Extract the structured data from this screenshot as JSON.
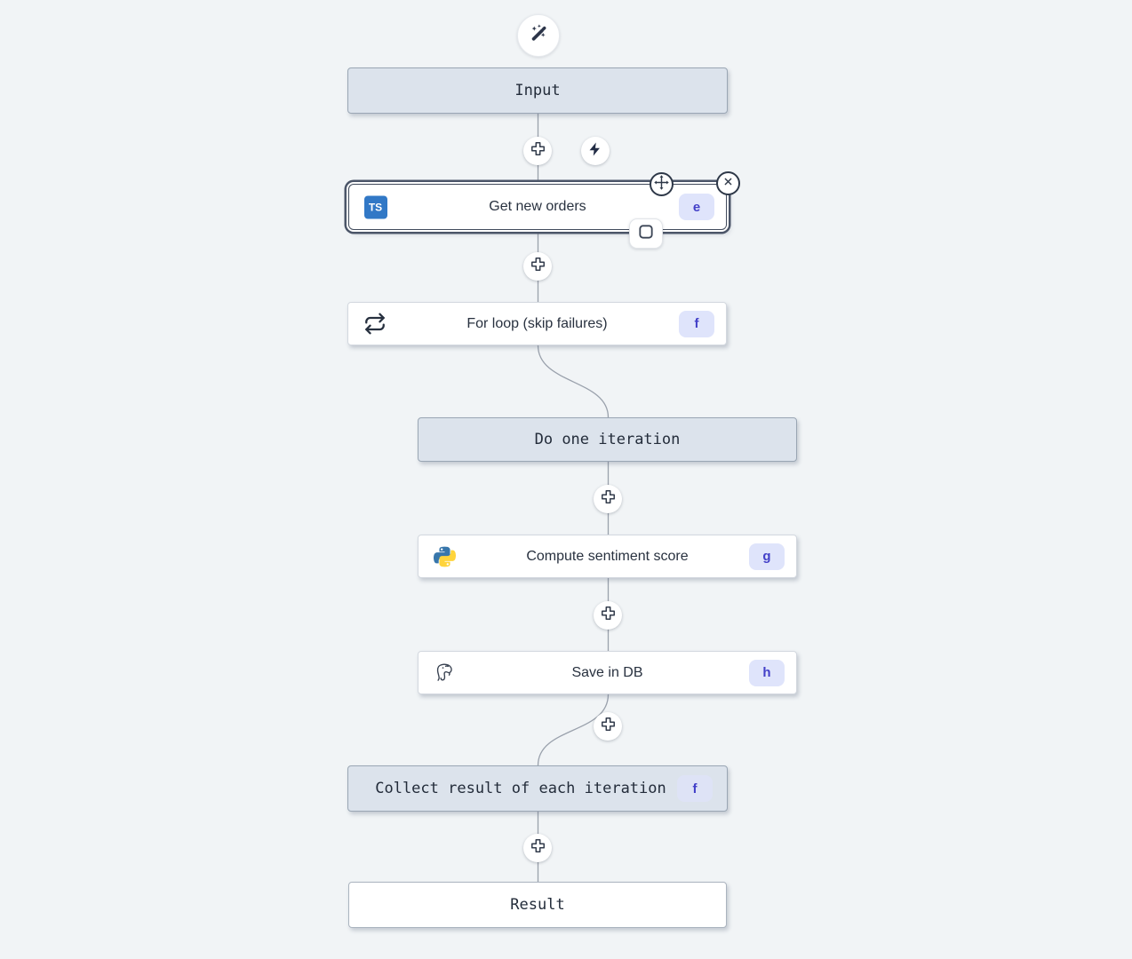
{
  "nodes": {
    "input": {
      "label": "Input"
    },
    "get_new_orders": {
      "label": "Get new orders",
      "badge": "e",
      "lang_text": "TS"
    },
    "for_loop": {
      "label": "For loop (skip failures)",
      "badge": "f"
    },
    "do_one_iteration": {
      "label": "Do one iteration"
    },
    "compute_sentiment_score": {
      "label": "Compute sentiment score",
      "badge": "g"
    },
    "save_in_db": {
      "label": "Save in DB",
      "badge": "h"
    },
    "collect_result": {
      "label": "Collect result of each iteration",
      "badge": "f"
    },
    "result": {
      "label": "Result"
    }
  },
  "icons": {
    "header": "magic-wand-sparkles-icon",
    "insert_step": "plus-icon",
    "trigger": "lightning-bolt-icon",
    "selected_node_move": "move-icon",
    "selected_node_close": "close-icon",
    "selected_node_square": "square-outline-icon",
    "for_loop_type": "repeat-loop-icon",
    "get_new_orders_language": "typescript-icon",
    "compute_language": "python-icon",
    "save_language": "postgresql-icon"
  },
  "colors": {
    "canvas_bg": "#f1f4f6",
    "accent_indigo": "#4340c8",
    "badge_bg": "#dfe4fb",
    "virtual_node_bg": "#dce3ec",
    "virtual_node_border": "#9aa6b4",
    "selected_ring": "#4b5568",
    "connector": "#9aa1ac",
    "typescript_blue": "#3178c6",
    "python_blue": "#3776ab",
    "python_yellow": "#ffd43b",
    "icon_dark": "#2b3448"
  }
}
